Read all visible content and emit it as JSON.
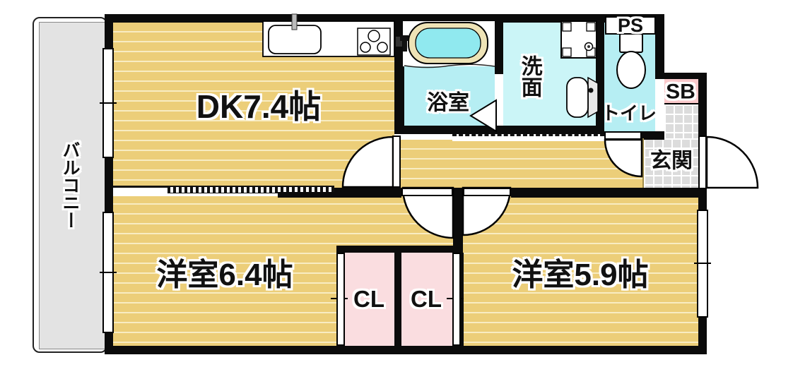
{
  "plan": {
    "labels": {
      "dk": "DK7.4帖",
      "bath": "浴室",
      "washroom": "洗面",
      "toilet": "トイレ",
      "ps": "PS",
      "sb": "SB",
      "genkan": "玄関",
      "bedroom1": "洋室6.4帖",
      "bedroom2": "洋室5.9帖",
      "closet1": "CL",
      "closet2": "CL",
      "balcony": "バルコニー"
    },
    "colors": {
      "floor_tan": "#ecce79",
      "floor_stripe": "#f8ecc2",
      "bath_cyan": "#b6eef3",
      "washroom_cyan": "#cbf5f7",
      "tub_water": "#90e9ef",
      "tub_rim": "#eee3b6",
      "closet_pink": "#fadde0",
      "shoebox_pink": "#fac9cb",
      "balcony_gray": "#e3e3e3",
      "entry_tile_gray": "#dcdcdc",
      "wall_black": "#0b0b0b"
    }
  }
}
